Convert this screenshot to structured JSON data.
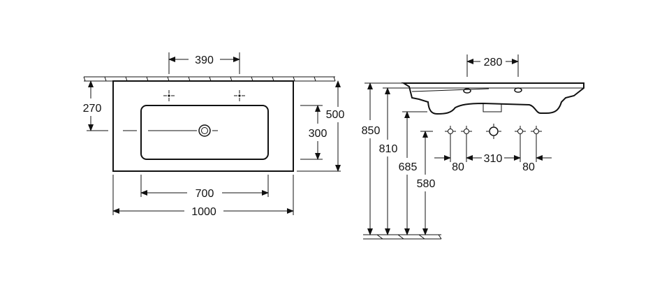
{
  "top_view": {
    "dimensions": {
      "tap_hole_spacing": "390",
      "height_to_drain": "270",
      "basin_depth": "300",
      "overall_depth": "500",
      "basin_width": "700",
      "overall_width": "1000"
    }
  },
  "side_view": {
    "dimensions": {
      "tap_hole_spacing": "280",
      "height_850": "850",
      "height_810": "810",
      "height_685": "685",
      "height_580": "580",
      "spacing_left": "80",
      "spacing_middle": "310",
      "spacing_right": "80"
    }
  },
  "colors": {
    "line": "#111111",
    "background": "#ffffff"
  }
}
